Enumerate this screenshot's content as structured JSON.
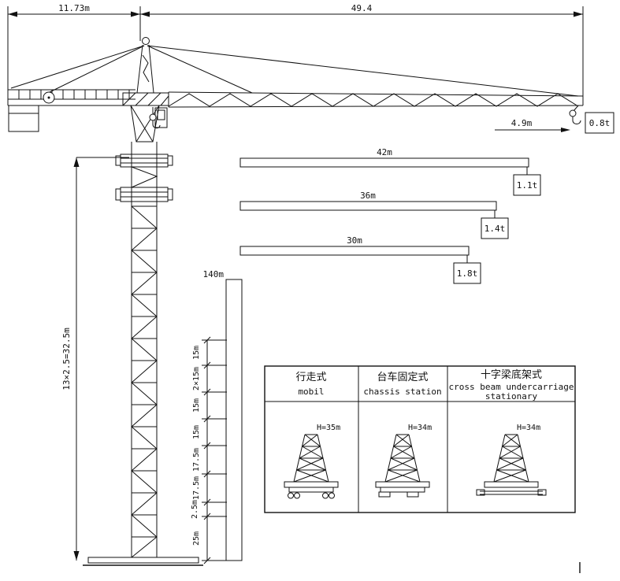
{
  "diagram": {
    "dim_counter_jib": "11.73m",
    "dim_jib": "49.4",
    "tip": {
      "length": "4.9m",
      "capacity": "0.8t"
    },
    "jib_options": [
      {
        "length": "42m",
        "capacity": "1.1t"
      },
      {
        "length": "36m",
        "capacity": "1.4t"
      },
      {
        "length": "30m",
        "capacity": "1.8t"
      }
    ],
    "tower_height_formula": "13×2.5=32.5m",
    "reference_height": "140m",
    "height_chain": [
      "15m",
      "2×15m",
      "15m",
      "15m",
      "17.5m",
      "17.5m",
      "2.5m",
      "25m"
    ],
    "base_table": {
      "columns": [
        {
          "title_cn": "行走式",
          "title_en": "mobil",
          "title_en2": "",
          "height": "H=35m"
        },
        {
          "title_cn": "台车固定式",
          "title_en": "chassis station",
          "title_en2": "",
          "height": "H=34m"
        },
        {
          "title_cn": "十字梁底架式",
          "title_en": "cross beam undercarriage",
          "title_en2": "stationary",
          "height": "H=34m"
        }
      ]
    }
  }
}
